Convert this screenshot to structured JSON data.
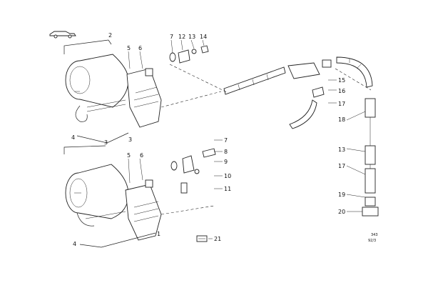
{
  "callouts": [
    "2",
    "5",
    "6",
    "7",
    "12",
    "13",
    "14",
    "15",
    "16",
    "17",
    "18",
    "4",
    "3",
    "3",
    "5",
    "6",
    "7",
    "8",
    "9",
    "10",
    "11",
    "13",
    "17",
    "19",
    "20",
    "4",
    "1",
    "21"
  ],
  "footer": {
    "code_top": "343",
    "code_bottom": "92/3"
  },
  "colors": {
    "line": "#222222",
    "background": "#ffffff"
  }
}
